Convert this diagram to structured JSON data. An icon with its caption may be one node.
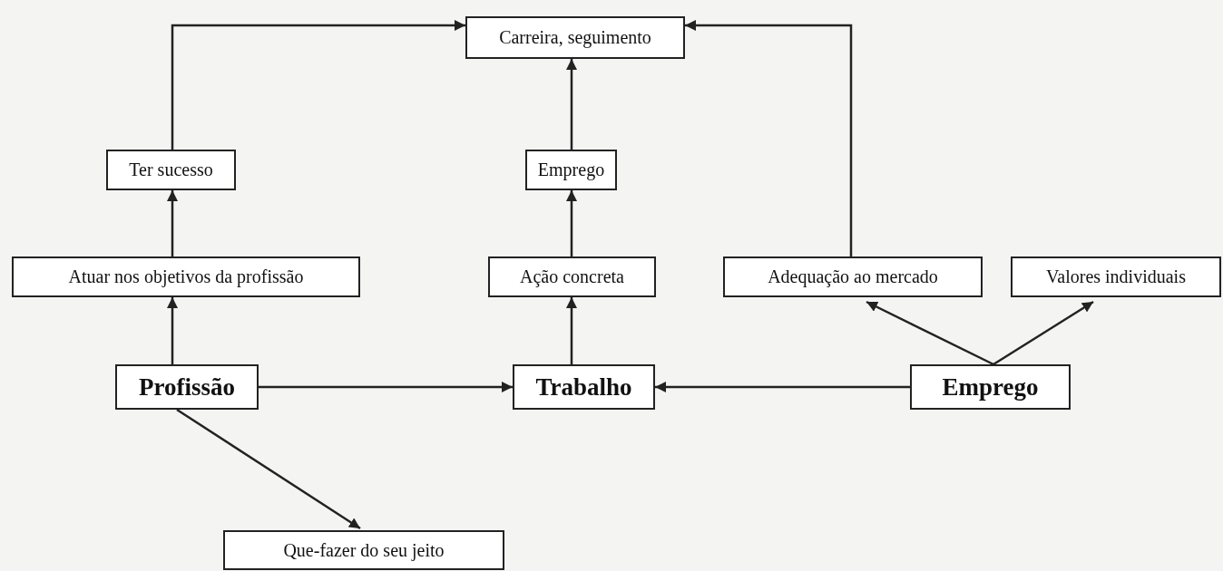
{
  "diagram": {
    "nodes": [
      {
        "text": [
          "Carreira, seguimento"
        ]
      },
      {
        "text": [
          "Ter sucesso"
        ]
      },
      {
        "text": [
          "Emprego"
        ]
      },
      {
        "text": [
          "Atuar nos objetivos da profissão"
        ]
      },
      {
        "text": [
          "Ação concreta"
        ]
      },
      {
        "text": [
          "Adequação ao mercado"
        ]
      },
      {
        "text": [
          "Valores individuais"
        ]
      },
      {
        "text": [
          "Profissão"
        ]
      },
      {
        "text": [
          "Trabalho"
        ]
      },
      {
        "text": [
          "Emprego"
        ]
      },
      {
        "text": [
          "Que-fazer do seu jeito"
        ]
      }
    ],
    "edges": [
      {
        "from": 7,
        "to": 3,
        "arrow": "to"
      },
      {
        "from": 3,
        "to": 1,
        "arrow": "to"
      },
      {
        "from": 1,
        "to": 0,
        "arrow": "to"
      },
      {
        "from": 7,
        "to": 8,
        "arrow": "to"
      },
      {
        "from": 9,
        "to": 8,
        "arrow": "to"
      },
      {
        "from": 8,
        "to": 4,
        "arrow": "to"
      },
      {
        "from": 4,
        "to": 2,
        "arrow": "to"
      },
      {
        "from": 2,
        "to": 0,
        "arrow": "to"
      },
      {
        "from": 5,
        "to": 0,
        "arrow": "to"
      },
      {
        "from": 9,
        "to": 5,
        "arrow": "to"
      },
      {
        "from": 9,
        "to": 6,
        "arrow": "to"
      },
      {
        "from": 7,
        "to": 10,
        "arrow": "to"
      }
    ]
  }
}
